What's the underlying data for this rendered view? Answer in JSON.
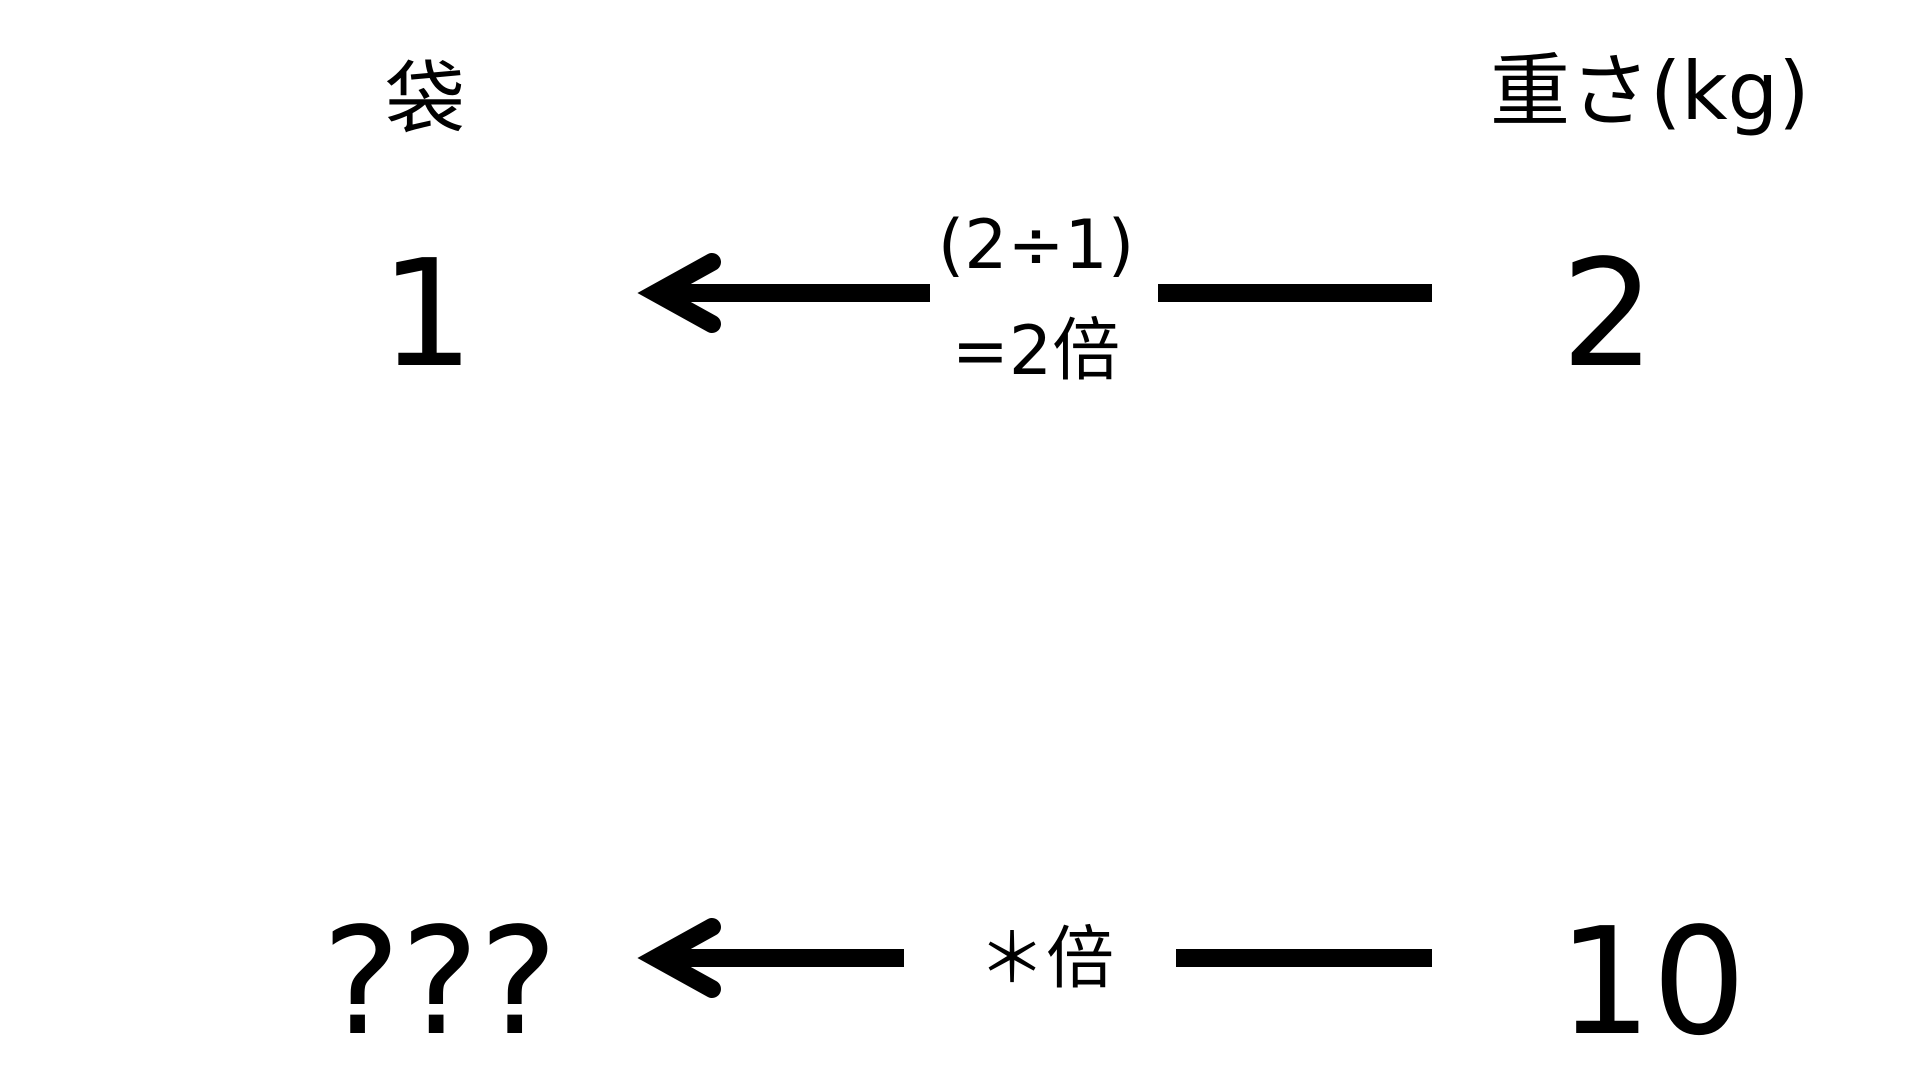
{
  "headers": {
    "left": "袋",
    "right": "重さ(kg)"
  },
  "row1": {
    "left_value": "1",
    "right_value": "2",
    "operation_line1": "(2÷1)",
    "operation_line2": "=2倍"
  },
  "row2": {
    "left_value": "???",
    "right_value": "10",
    "operation": "＊倍"
  },
  "colors": {
    "ink": "#000000",
    "background": "#ffffff"
  }
}
